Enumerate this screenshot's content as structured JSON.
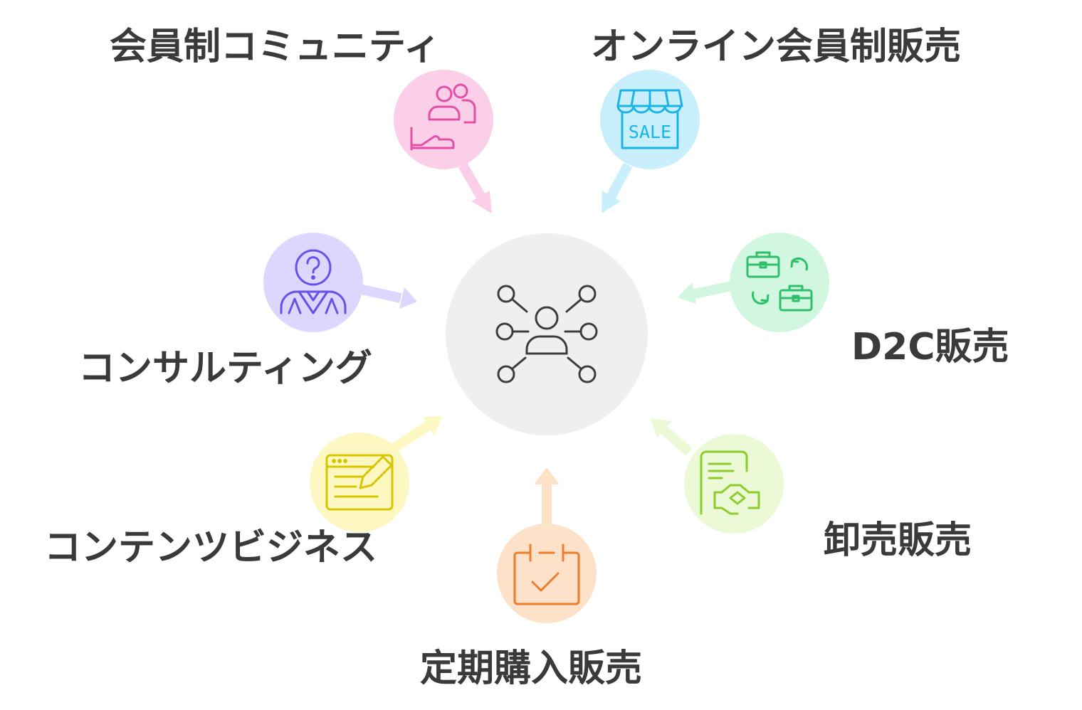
{
  "diagram": {
    "center": {
      "icon": "network-person-icon",
      "color": "#efefef"
    },
    "nodes": [
      {
        "id": "membership-community",
        "label": "会員制コミュニティ",
        "icon": "group-hand-icon",
        "fill": "#fbcfe8",
        "stroke": "#e44fa8"
      },
      {
        "id": "online-membership-sales",
        "label": "オンライン会員制販売",
        "icon": "sale-storefront-icon",
        "fill": "#c9effc",
        "stroke": "#1ab4e6"
      },
      {
        "id": "d2c-sales",
        "label": "D2C販売",
        "icon": "briefcase-exchange-icon",
        "fill": "#d1f7e0",
        "stroke": "#2fbf6b"
      },
      {
        "id": "wholesale-sales",
        "label": "卸売販売",
        "icon": "contract-handshake-icon",
        "fill": "#ecf9d6",
        "stroke": "#8ccc2c"
      },
      {
        "id": "subscription-sales",
        "label": "定期購入販売",
        "icon": "calendar-check-icon",
        "fill": "#fde2c9",
        "stroke": "#ec7d2a"
      },
      {
        "id": "content-business",
        "label": "コンテンツビジネス",
        "icon": "browser-edit-icon",
        "fill": "#fdf7c2",
        "stroke": "#d9c400"
      },
      {
        "id": "consulting",
        "label": "コンサルティング",
        "icon": "consultant-question-icon",
        "fill": "#ddd6fe",
        "stroke": "#6a4fe8"
      }
    ]
  }
}
